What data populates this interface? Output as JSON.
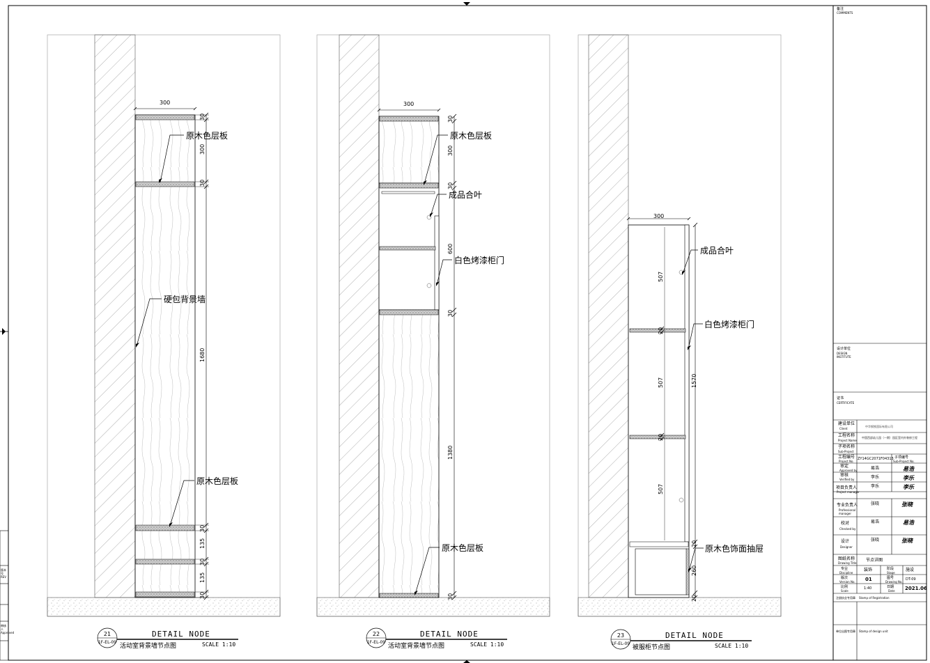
{
  "comments_label": {
    "cn": "备注",
    "en": "COMMENTS"
  },
  "design_unit": {
    "cn": "设计单位",
    "en": "DESIGN INSTITUTE"
  },
  "certificate": {
    "cn": "证书",
    "en": "CERTIFICATE"
  },
  "title_block": {
    "client": {
      "label_cn": "建设单位",
      "label_en": "Client",
      "value": "中华钢铁国际有限公司"
    },
    "project_name": {
      "label_cn": "工程名称",
      "label_en": "Project Name",
      "value": "中国西部幼儿园（一期）园区室内外装修工程"
    },
    "sub_project": {
      "label_cn": "子项名称",
      "label_en": "Sub-Project",
      "value": ""
    },
    "project_no": {
      "label_cn": "工程编号",
      "label_en": "Project No.",
      "value": "ZY14GC2071F04313",
      "sub_label_cn": "子项编号",
      "sub_label_en": "Sub-Project No."
    },
    "approved": {
      "label_cn": "审定",
      "label_en": "Approved by",
      "name": "易浩",
      "sign": "易浩"
    },
    "verified": {
      "label_cn": "审核",
      "label_en": "Verified by",
      "name": "李乐",
      "sign": "李乐"
    },
    "pm": {
      "label_cn": "项目负责人",
      "label_en": "Project manager",
      "name": "李乐",
      "sign": "李乐"
    },
    "professional": {
      "label_cn": "专业负责人",
      "label_en": "Professional manager",
      "name": "张晓",
      "sign": "张晓"
    },
    "checked": {
      "label_cn": "校对",
      "label_en": "Checked by",
      "name": "易浩",
      "sign": "易浩"
    },
    "designer": {
      "label_cn": "设计",
      "label_en": "Designer",
      "name": "张晓",
      "sign": "张晓"
    },
    "drawing_title": {
      "label_cn": "图纸名称",
      "label_en": "Drawing Title",
      "value": "节点详图"
    },
    "discipline": {
      "label_cn": "专业",
      "label_en": "Discipline",
      "value": "装饰"
    },
    "stage": {
      "label_cn": "阶段",
      "label_en": "Stage",
      "value": "施设"
    },
    "version": {
      "label_cn": "版次",
      "label_en": "Version No.",
      "value": "01"
    },
    "drawing_no": {
      "label_cn": "图号",
      "label_en": "Drawing No.",
      "value": "DT-09"
    },
    "scale": {
      "label_cn": "比例",
      "label_en": "Scale",
      "value": "1:40"
    },
    "date": {
      "label_cn": "日期",
      "label_en": "Date",
      "value": "2021.06"
    },
    "registered_stamp": {
      "label_cn": "注册执业专用章",
      "label_en": "Stamp of Registration"
    },
    "unit_stamp": {
      "label_cn": "单位出图专用章",
      "label_en": "Stamp of design unit"
    }
  },
  "left_margin": {
    "rev": "版本号 REV",
    "approved": "审核人 Approved"
  },
  "details": [
    {
      "id": "21",
      "ref": "1F-EL-09",
      "big": "DETAIL NODE",
      "title": "活动室背景墙节点图",
      "scale": "SCALE 1:10",
      "top_dim": "300",
      "dims": [
        "30",
        "300",
        "30",
        "1680",
        "30",
        "135",
        "30",
        "135",
        "30"
      ],
      "labels": [
        "原木色层板",
        "硬包背景墙",
        "原木色层板"
      ]
    },
    {
      "id": "22",
      "ref": "1F-EL-09",
      "big": "DETAIL NODE",
      "title": "活动室背景墙节点图",
      "scale": "SCALE 1:10",
      "top_dim": "300",
      "dims": [
        "30",
        "300",
        "30",
        "600",
        "30",
        "1380",
        "30"
      ],
      "labels": [
        "原木色层板",
        "成品合叶",
        "白色烤漆柜门",
        "原木色层板"
      ]
    },
    {
      "id": "23",
      "ref": "1F-EL-09",
      "big": "DETAIL NODE",
      "title": "被服柜节点图",
      "scale": "SCALE 1:10",
      "top_dim": "300",
      "dims": [
        "507",
        "20",
        "507",
        "20",
        "507",
        "1570",
        "20",
        "260",
        "20"
      ],
      "labels": [
        "成品合叶",
        "白色烤漆柜门",
        "原木色饰面抽屉"
      ]
    }
  ]
}
